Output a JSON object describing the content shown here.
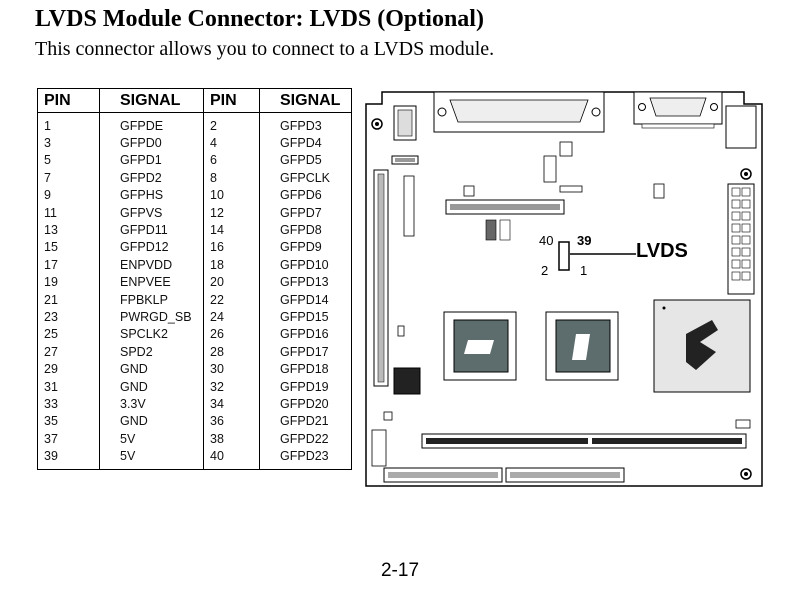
{
  "heading": {
    "title": "LVDS Module Connector: LVDS (Optional)",
    "subtitle": "This connector allows you to connect to a LVDS module."
  },
  "pin_table": {
    "headers": [
      "PIN",
      "SIGNAL",
      "PIN",
      "SIGNAL"
    ],
    "rows": [
      {
        "pin_a": "1",
        "signal_a": "GFPDE",
        "pin_b": "2",
        "signal_b": "GFPD3"
      },
      {
        "pin_a": "3",
        "signal_a": "GFPD0",
        "pin_b": "4",
        "signal_b": "GFPD4"
      },
      {
        "pin_a": "5",
        "signal_a": "GFPD1",
        "pin_b": "6",
        "signal_b": "GFPD5"
      },
      {
        "pin_a": "7",
        "signal_a": "GFPD2",
        "pin_b": "8",
        "signal_b": "GFPCLK"
      },
      {
        "pin_a": "9",
        "signal_a": "GFPHS",
        "pin_b": "10",
        "signal_b": "GFPD6"
      },
      {
        "pin_a": "11",
        "signal_a": "GFPVS",
        "pin_b": "12",
        "signal_b": "GFPD7"
      },
      {
        "pin_a": "13",
        "signal_a": "GFPD11",
        "pin_b": "14",
        "signal_b": "GFPD8"
      },
      {
        "pin_a": "15",
        "signal_a": "GFPD12",
        "pin_b": "16",
        "signal_b": "GFPD9"
      },
      {
        "pin_a": "17",
        "signal_a": "ENPVDD",
        "pin_b": "18",
        "signal_b": "GFPD10"
      },
      {
        "pin_a": "19",
        "signal_a": "ENPVEE",
        "pin_b": "20",
        "signal_b": "GFPD13"
      },
      {
        "pin_a": "21",
        "signal_a": "FPBKLP",
        "pin_b": "22",
        "signal_b": "GFPD14"
      },
      {
        "pin_a": "23",
        "signal_a": "PWRGD_SB",
        "pin_b": "24",
        "signal_b": "GFPD15"
      },
      {
        "pin_a": "25",
        "signal_a": "SPCLK2",
        "pin_b": "26",
        "signal_b": "GFPD16"
      },
      {
        "pin_a": "27",
        "signal_a": "SPD2",
        "pin_b": "28",
        "signal_b": "GFPD17"
      },
      {
        "pin_a": "29",
        "signal_a": "GND",
        "pin_b": "30",
        "signal_b": "GFPD18"
      },
      {
        "pin_a": "31",
        "signal_a": "GND",
        "pin_b": "32",
        "signal_b": "GFPD19"
      },
      {
        "pin_a": "33",
        "signal_a": "3.3V",
        "pin_b": "34",
        "signal_b": "GFPD20"
      },
      {
        "pin_a": "35",
        "signal_a": "GND",
        "pin_b": "36",
        "signal_b": "GFPD21"
      },
      {
        "pin_a": "37",
        "signal_a": "5V",
        "pin_b": "38",
        "signal_b": "GFPD22"
      },
      {
        "pin_a": "39",
        "signal_a": "5V",
        "pin_b": "40",
        "signal_b": "GFPD23"
      }
    ]
  },
  "diagram": {
    "callout_label": "LVDS",
    "pin_labels": {
      "top_left": "40",
      "top_right": "39",
      "bottom_left": "2",
      "bottom_right": "1"
    }
  },
  "footer": {
    "page_number": "2-17"
  }
}
